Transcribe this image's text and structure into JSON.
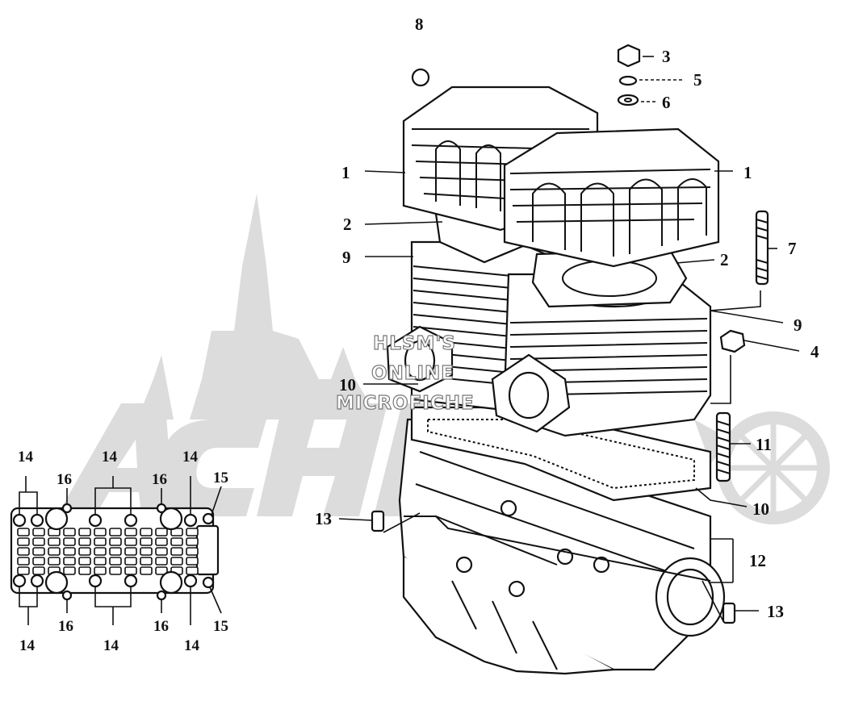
{
  "watermark": {
    "brand": "ACHI",
    "lines": [
      "HLSM'S",
      "ONLINE",
      "MICROFICHE"
    ]
  },
  "callouts": {
    "c1a": "1",
    "c1b": "1",
    "c2a": "2",
    "c2b": "2",
    "c3": "3",
    "c4": "4",
    "c5": "5",
    "c6": "6",
    "c7": "7",
    "c8": "8",
    "c9a": "9",
    "c9b": "9",
    "c10a": "10",
    "c10b": "10",
    "c11": "11",
    "c12": "12",
    "c13a": "13",
    "c13b": "13"
  },
  "inset_callouts": {
    "tl14": "14",
    "tm14": "14",
    "tr14": "14",
    "t16a": "16",
    "t16b": "16",
    "t15": "15",
    "bl14": "14",
    "bm14": "14",
    "br14": "14",
    "b16a": "16",
    "b16b": "16",
    "b15": "15"
  },
  "colors": {
    "ink": "#111111",
    "watermark": "#d9d9d9",
    "background": "#ffffff"
  }
}
